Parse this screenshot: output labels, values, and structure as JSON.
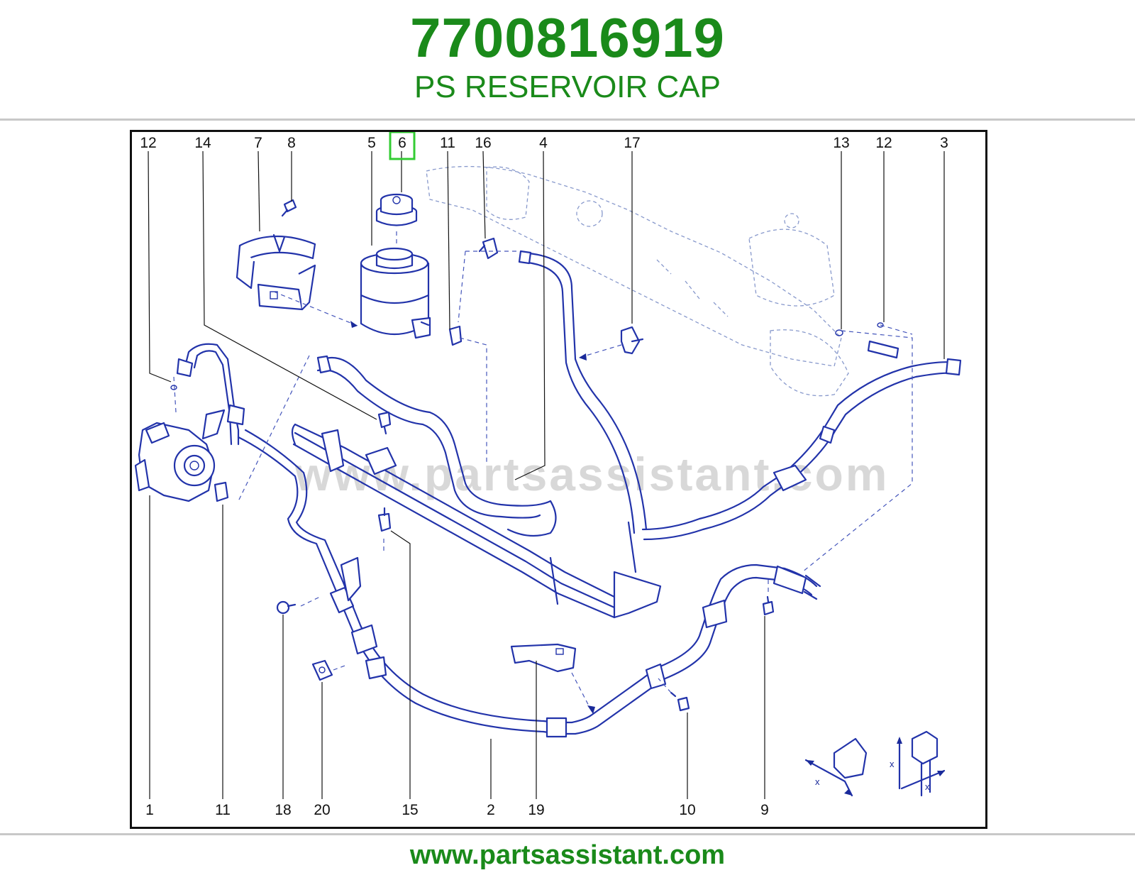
{
  "header": {
    "part_number": "7700816919",
    "part_name": "PS RESERVOIR CAP"
  },
  "diagram": {
    "watermark": "www.partsassistant.com",
    "highlighted_callout": "6",
    "top_callouts": [
      "12",
      "14",
      "7",
      "8",
      "5",
      "6",
      "11",
      "16",
      "4",
      "17",
      "13",
      "12",
      "3"
    ],
    "bottom_callouts": [
      "1",
      "11",
      "18",
      "20",
      "15",
      "2",
      "19",
      "10",
      "9"
    ],
    "dimension_marks": [
      "x",
      "x",
      "x"
    ]
  },
  "footer": {
    "url": "www.partsassistant.com"
  },
  "colors": {
    "brand_green": "#1a8a1a",
    "line_blue": "#2233aa",
    "highlight_green": "#33cc33",
    "rule_gray": "#c8c8c8"
  }
}
